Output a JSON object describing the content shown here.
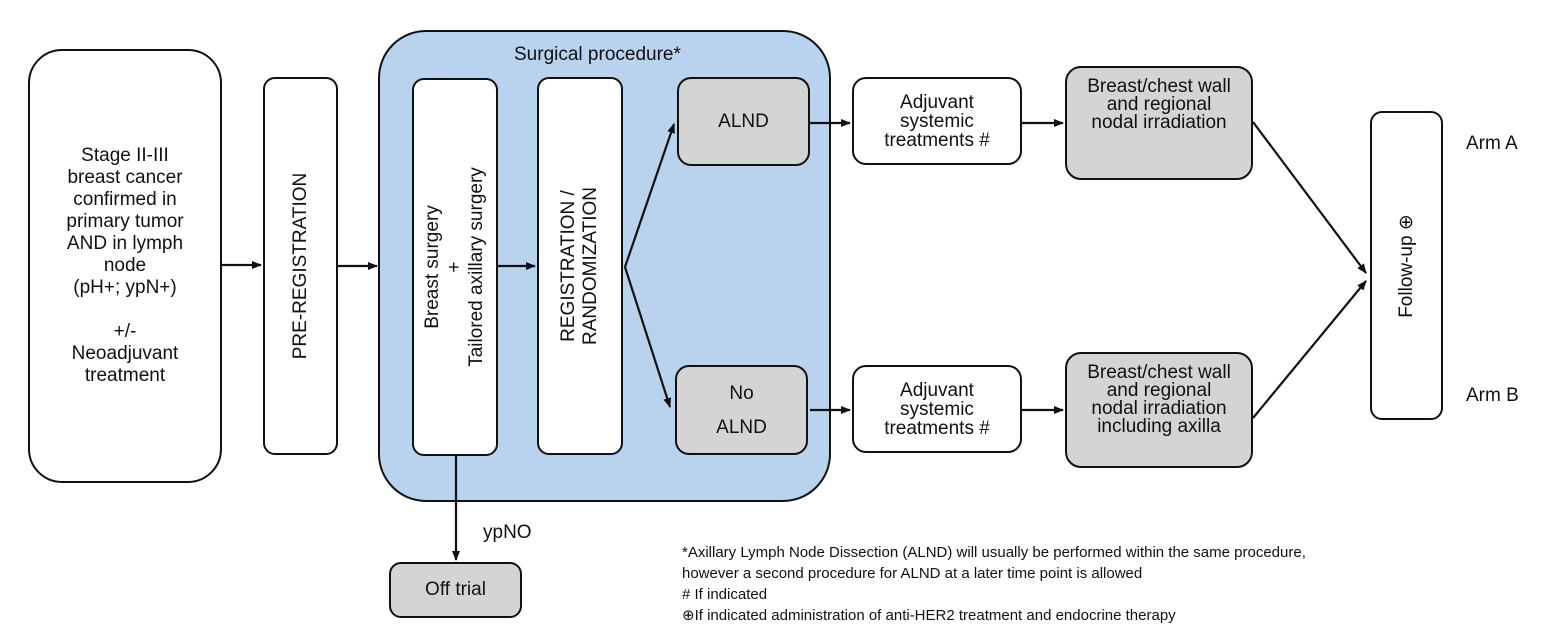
{
  "diagram": {
    "eligibility": "Stage II-III\nbreast cancer\nconfirmed in\nprimary tumor\nAND in lymph\nnode\n(pH+; ypN+)\n\n+/-\nNeoadjuvant\ntreatment",
    "pre_registration": "PRE-REGISTRATION",
    "surgical_group_title": "Surgical procedure*",
    "breast_surgery": "Breast surgery\n+\nTailored axillary surgery",
    "registration": "REGISTRATION /\nRANDOMIZATION",
    "arm_a": {
      "procedure": "ALND",
      "adjuvant": "Adjuvant\nsystemic\ntreatments #",
      "radiation": "Breast/chest wall\nand regional\nnodal irradiation",
      "label": "Arm A"
    },
    "arm_b": {
      "procedure": "No\n\nALND",
      "adjuvant": "Adjuvant\nsystemic\ntreatments #",
      "radiation": "Breast/chest wall\nand regional\nnodal irradiation\nincluding axilla",
      "label": "Arm B"
    },
    "follow_up": "Follow-up ⊕",
    "ypn0_label": "ypNO",
    "off_trial": "Off trial"
  },
  "footnotes": [
    "*Axillary Lymph Node Dissection (ALND) will usually be performed within the same procedure,",
    "however a second procedure for ALND at a later time point is allowed",
    "# If indicated",
    "⊕If indicated administration of anti-HER2 treatment and endocrine therapy"
  ]
}
